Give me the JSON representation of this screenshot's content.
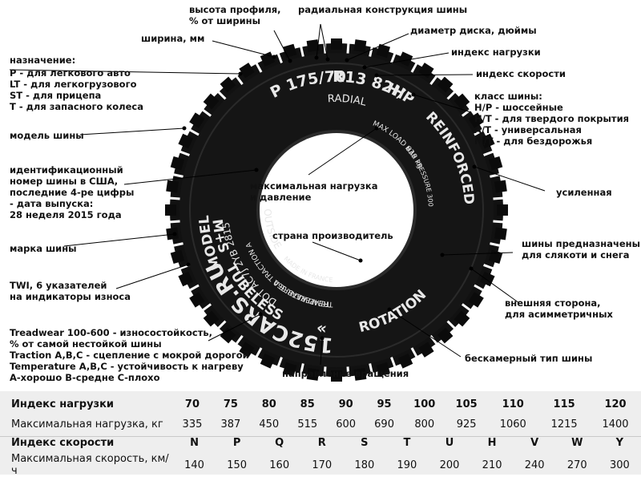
{
  "tyre": {
    "size": "P 175/70",
    "rim": "R13 82H",
    "radial": "RADIAL",
    "class": "H/P",
    "reinforced": "REINFORCED",
    "mud_snow": "M+S",
    "outside": "OUTSIDE",
    "tubeless": "TUBELESS",
    "rotation": "ROTATION",
    "rotation_arrows": "«",
    "brand": "152CARS.RU",
    "model": "MODEL",
    "dot": "DOT AC7J 2YB 2815",
    "max_load": "MAX LOAD 630 kg",
    "max_pressure": "MAX PRESSURE 300 kPa",
    "made_in": "MADE IN FRANCE",
    "treadwear_1": "TREADWEAR 360 TRACTION A",
    "treadwear_2": "TEMPERATURE A"
  },
  "labels": {
    "profile": [
      "высота профиля,",
      "% от ширины"
    ],
    "radial": "радиальная конструкция шины",
    "width": "ширина, мм",
    "rim_diameter": "диаметр диска, дюймы",
    "load_index": "индекс нагрузки",
    "speed_index": "индекс скорости",
    "purpose": [
      "назначение:",
      "P - для легкового авто",
      "LT - для легкогрузового",
      "ST - для прицепа",
      "T - для запасного колеса"
    ],
    "tyre_class": [
      "класс шины:",
      "H/P - шоссейные",
      "H/T - для твердого покрытия",
      "A/T - универсальная",
      "M/T - для бездорожья"
    ],
    "model": "модель шины",
    "dot_code": [
      "идентификационный",
      "номер шины в США,",
      "последние 4-ре цифры",
      "- дата выпуска:",
      "28 неделя 2015 года"
    ],
    "max_load": [
      "максимальная нагрузка",
      "и давление"
    ],
    "reinforced": "усиленная",
    "country": "страна производитель",
    "brand": "марка шины",
    "mud_snow": [
      "шины предназначены",
      "для слякоти и снега"
    ],
    "twi": [
      "TWI, 6 указателей",
      "на индикаторы износа"
    ],
    "outside": [
      "внешняя сторона,",
      "для асимметричных"
    ],
    "utqg": [
      "Treadwear 100-600 - износостойкость,",
      "% от самой нестойкой шины",
      "Traction A,B,C - сцепление с мокрой дорогой",
      "Temperature A,B,C - устойчивость к нагреву",
      "А-хорошо В-средне С-плохо"
    ],
    "tubeless": "бескамерный тип шины",
    "rotation": "направление вращения"
  },
  "load_table": {
    "row1_label": "Индекс нагрузки",
    "row1": [
      "70",
      "75",
      "80",
      "85",
      "90",
      "95",
      "100",
      "105",
      "110",
      "115",
      "120"
    ],
    "row2_label": "Максимальная нагрузка, кг",
    "row2": [
      "335",
      "387",
      "450",
      "515",
      "600",
      "690",
      "800",
      "925",
      "1060",
      "1215",
      "1400"
    ]
  },
  "speed_table": {
    "row1_label": "Индекс скорости",
    "row1": [
      "N",
      "P",
      "Q",
      "R",
      "S",
      "T",
      "U",
      "H",
      "V",
      "W",
      "Y"
    ],
    "row2_label": "Максимальная скорость, км/ч",
    "row2": [
      "140",
      "150",
      "160",
      "170",
      "180",
      "190",
      "200",
      "210",
      "240",
      "270",
      "300"
    ]
  }
}
